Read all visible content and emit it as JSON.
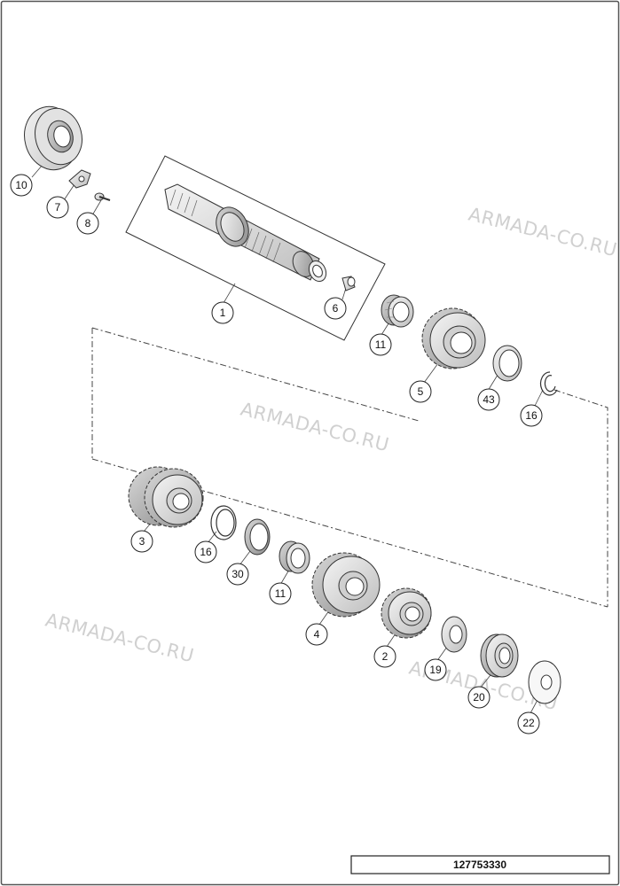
{
  "watermarks": [
    "ARMADA-CO.RU",
    "ARMADA-CO.RU",
    "ARMADA-CO.RU",
    "ARMADA-CO.RU"
  ],
  "callouts": {
    "c10": "10",
    "c7": "7",
    "c8": "8",
    "c1": "1",
    "c6": "6",
    "c11a": "11",
    "c5": "5",
    "c43": "43",
    "c16a": "16",
    "c3": "3",
    "c16b": "16",
    "c30": "30",
    "c11b": "11",
    "c4": "4",
    "c2": "2",
    "c19": "19",
    "c20": "20",
    "c22": "22"
  },
  "document_number": "127753330"
}
